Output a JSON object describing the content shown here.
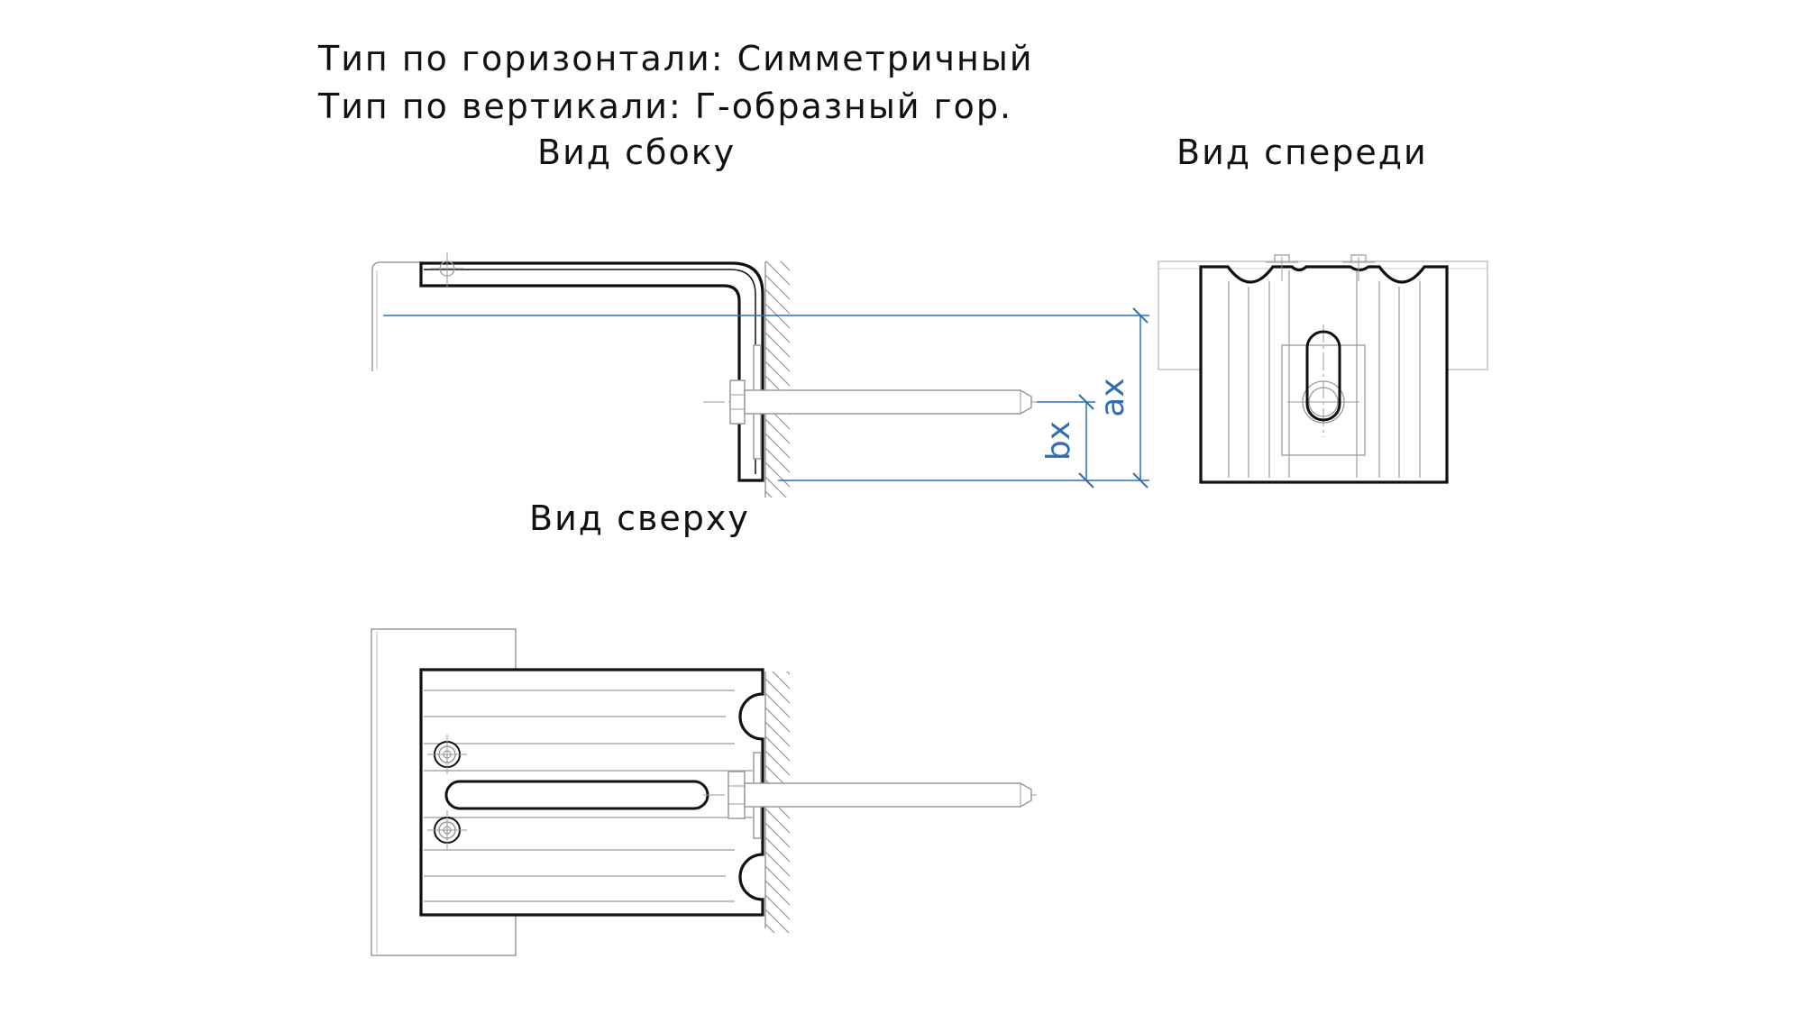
{
  "header": {
    "horizontal_type": "Тип по горизонтали: Симметричный",
    "vertical_type": "Тип по вертикали: Г-образный гор."
  },
  "views": {
    "side": "Вид сбоку",
    "front": "Вид спереди",
    "top": "Вид сверху"
  },
  "dimensions": {
    "ax": "ax",
    "bx": "bx"
  },
  "colors": {
    "outline": "#111111",
    "thin_lines": "#9a9a9a",
    "dimension": "#2e6fb3",
    "background": "#ffffff"
  }
}
